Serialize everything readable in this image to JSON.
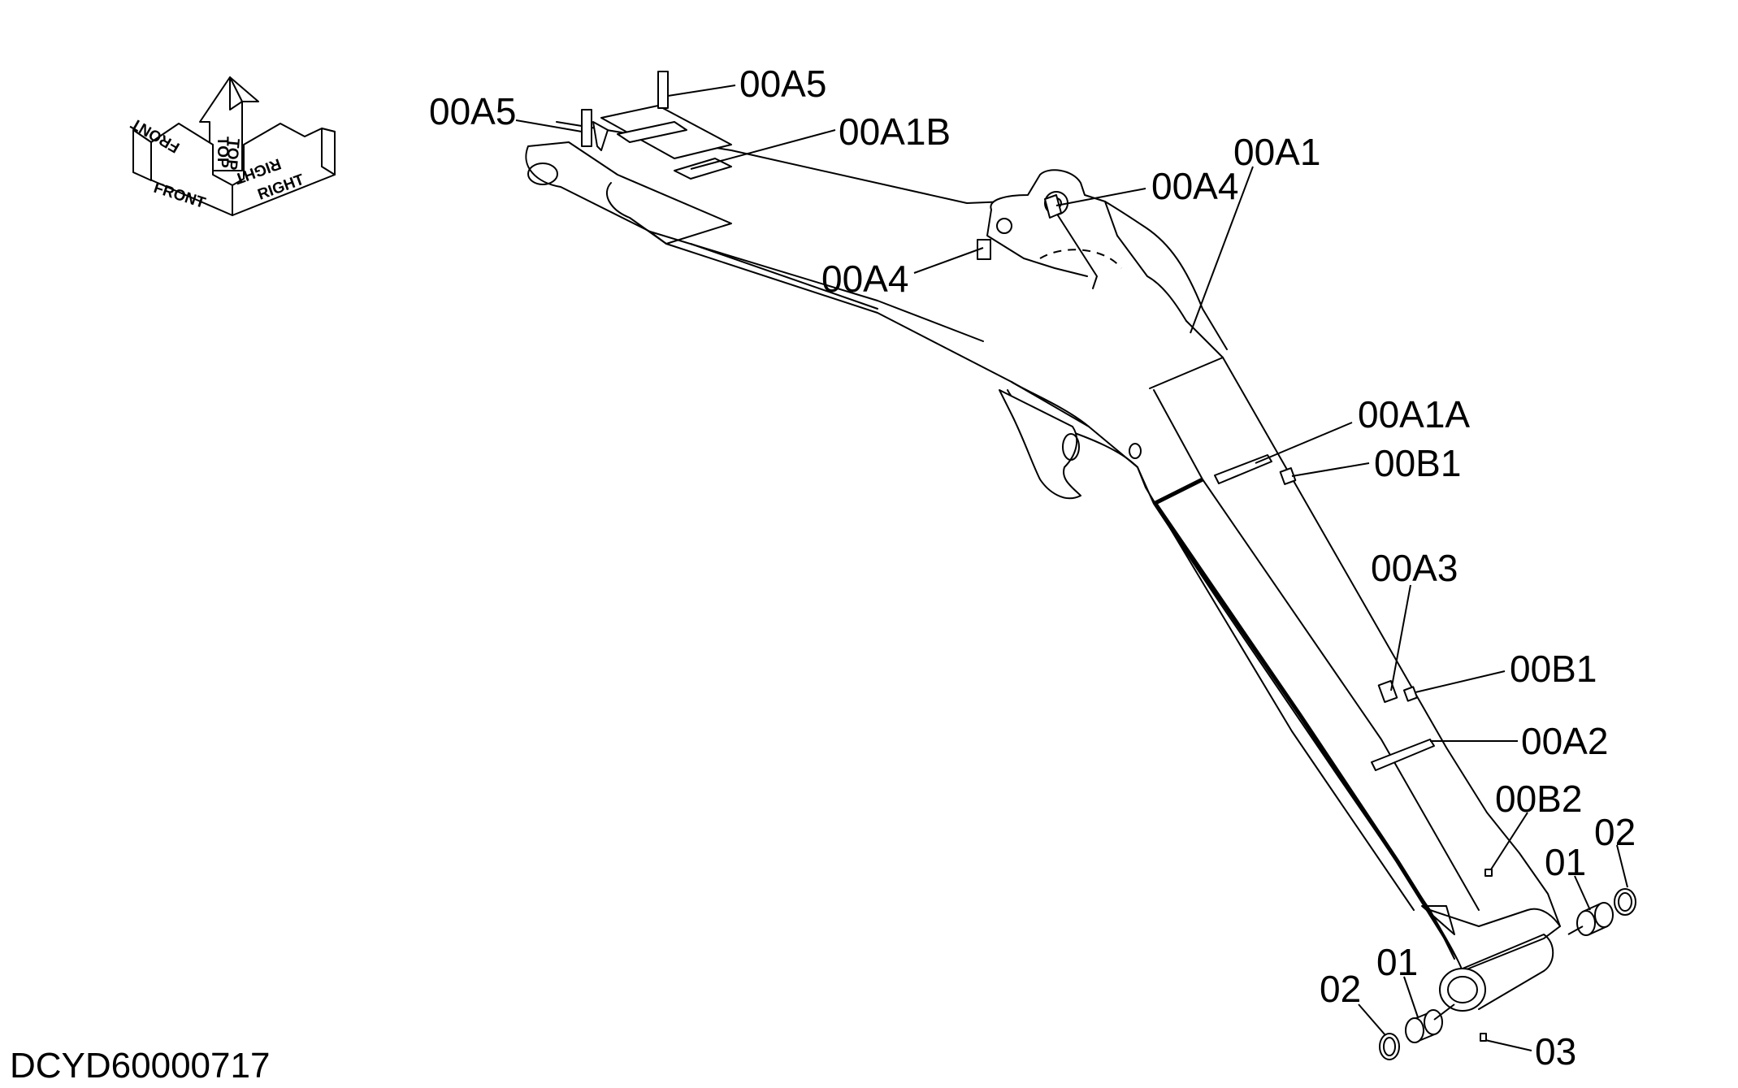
{
  "orientation": {
    "front": "FRONT",
    "top": "TOP",
    "right": "RIGHT"
  },
  "callouts": {
    "a5_upper": "00A5",
    "a5_left": "00A5",
    "a1b": "00A1B",
    "a1": "00A1",
    "a4_right": "00A4",
    "a4_left": "00A4",
    "a1a": "00A1A",
    "b1_upper": "00B1",
    "a3": "00A3",
    "b1_lower": "00B1",
    "a2": "00A2",
    "b2": "00B2",
    "p02_right": "02",
    "p01_right": "01",
    "p01_left": "01",
    "p02_left": "02",
    "p03": "03"
  },
  "document_id": "DCYD60000717"
}
